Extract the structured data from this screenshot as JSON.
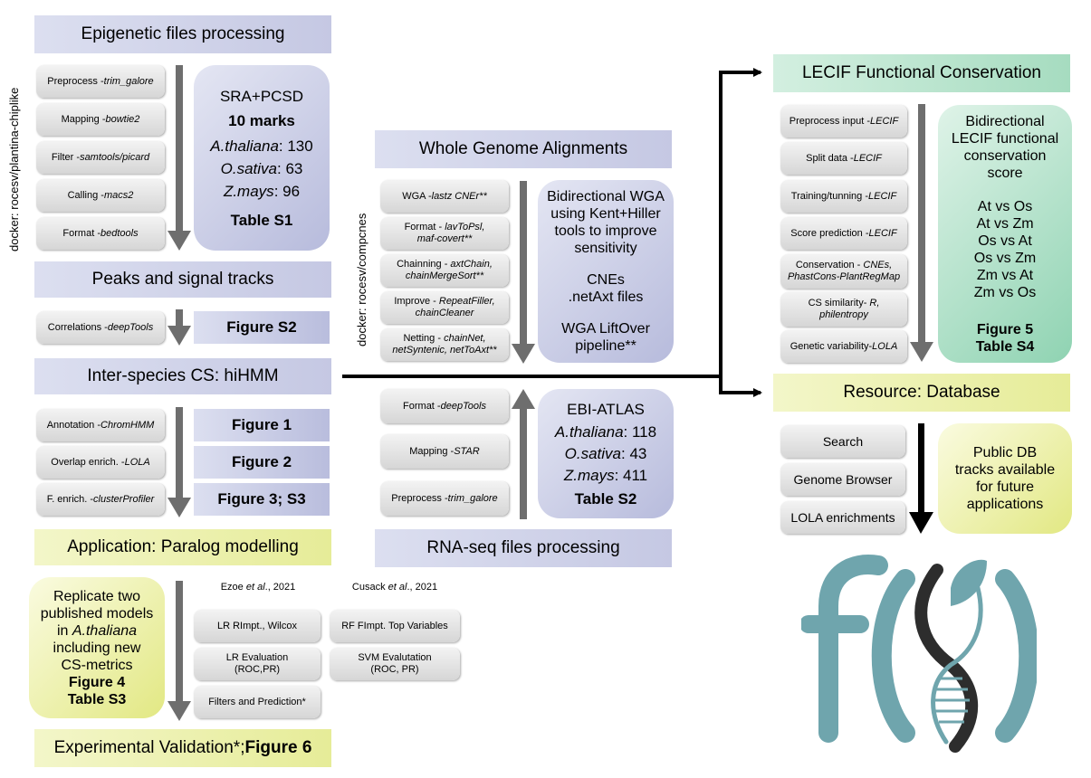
{
  "epigenetic": {
    "header": "Epigenetic files processing",
    "docker": "docker: rocesv/plantina-chiplike",
    "steps": [
      {
        "label": "Preprocess - ",
        "tool": "trim_galore"
      },
      {
        "label": "Mapping - ",
        "tool": "bowtie2"
      },
      {
        "label": "Filter - ",
        "tool": "samtools/picard"
      },
      {
        "label": "Calling - ",
        "tool": "macs2"
      },
      {
        "label": "Format - ",
        "tool": "bedtools"
      }
    ],
    "info": {
      "source": "SRA+PCSD",
      "marks": "10 marks",
      "species": [
        {
          "name": "A.thaliana",
          "count": ": 130"
        },
        {
          "name": "O.sativa",
          "count": ": 63"
        },
        {
          "name": "Z.mays",
          "count": ": 96"
        }
      ],
      "table": "Table S1"
    }
  },
  "peaks": {
    "header": "Peaks and signal tracks",
    "step": {
      "label": "Correlations - ",
      "tool": "deepTools"
    },
    "figure": "Figure S2"
  },
  "interspecies": {
    "header": "Inter-species CS: hiHMM",
    "steps": [
      {
        "label": "Annotation - ",
        "tool": "ChromHMM",
        "figure": "Figure 1"
      },
      {
        "label": "Overlap enrich. - ",
        "tool": "LOLA",
        "figure": "Figure 2"
      },
      {
        "label": "F. enrich. - ",
        "tool": "clusterProfiler",
        "figure": "Figure 3; S3"
      }
    ]
  },
  "paralog": {
    "header": "Application: Paralog modelling",
    "info": {
      "line1": "Replicate two",
      "line2": "published models",
      "line3_prefix": "in ",
      "line3_species": "A.thaliana",
      "line4": "including new",
      "line5": "CS-metrics",
      "figure": "Figure 4",
      "table": "Table S3"
    },
    "ezoe": {
      "author": "Ezoe ",
      "etal": "et al",
      "year": "., 2021"
    },
    "cusack": {
      "author": "Cusack ",
      "etal": "et al",
      "year": "., 2021"
    },
    "ezoe_steps": [
      "LR RImpt., Wilcox",
      "LR Evaluation",
      "(ROC,PR)",
      "Filters and Prediction*"
    ],
    "cusack_steps": [
      "RF FImpt. Top Variables",
      "SVM Evalutation",
      "(ROC, PR)"
    ]
  },
  "validation": {
    "prefix": "Experimental Validation*; ",
    "figure": "Figure 6"
  },
  "wga": {
    "header": "Whole Genome Alignments",
    "docker": "docker: rocesv/compcnes",
    "steps": [
      {
        "label": "WGA - ",
        "tool": "lastz CNEr**",
        "tool2": ""
      },
      {
        "label": "Format - ",
        "tool": "lavToPsl,",
        "tool2": "maf-covert**"
      },
      {
        "label": "Chainning - ",
        "tool": "axtChain,",
        "tool2": "chainMergeSort**"
      },
      {
        "label": "Improve - ",
        "tool": "RepeatFiller,",
        "tool2": "chainCleaner"
      },
      {
        "label": "Netting - ",
        "tool": "chainNet,",
        "tool2": "netSyntenic, netToAxt**"
      }
    ],
    "info": [
      "Bidirectional WGA",
      "using Kent+Hiller",
      "tools to improve",
      "sensitivity",
      "",
      "CNEs",
      ".netAxt files",
      "",
      "WGA LiftOver",
      "pipeline**"
    ]
  },
  "rnaseq": {
    "header": "RNA-seq files processing",
    "steps": [
      {
        "label": "Format - ",
        "tool": "deepTools"
      },
      {
        "label": "Mapping - ",
        "tool": "STAR"
      },
      {
        "label": "Preprocess - ",
        "tool": "trim_galore"
      }
    ],
    "info": {
      "source": "EBI-ATLAS",
      "species": [
        {
          "name": "A.thaliana",
          "count": ": 118"
        },
        {
          "name": "O.sativa",
          "count": ": 43"
        },
        {
          "name": "Z.mays",
          "count": ": 411"
        }
      ],
      "table": "Table S2"
    }
  },
  "lecif": {
    "header": "LECIF Functional Conservation",
    "steps": [
      {
        "label": "Preprocess input - ",
        "tool": "LECIF",
        "tool2": ""
      },
      {
        "label": "Split data - ",
        "tool": "LECIF",
        "tool2": ""
      },
      {
        "label": "Training/tunning - ",
        "tool": "LECIF",
        "tool2": ""
      },
      {
        "label": "Score prediction - ",
        "tool": "LECIF",
        "tool2": ""
      },
      {
        "label": "Conservation - ",
        "tool": "CNEs,",
        "tool2": "PhastCons-PlantRegMap"
      },
      {
        "label": "CS similarity- ",
        "tool": "R,",
        "tool2": "philentropy"
      },
      {
        "label": "Genetic variability- ",
        "tool": "LOLA",
        "tool2": ""
      }
    ],
    "info": [
      "Bidirectional",
      "LECIF functional",
      "conservation",
      "score",
      "",
      "At vs Os",
      "At vs Zm",
      "Os vs At",
      "Os vs Zm",
      "Zm vs At",
      "Zm vs Os"
    ],
    "figure": "Figure 5",
    "table": "Table S4"
  },
  "resource": {
    "header": "Resource: Database",
    "steps": [
      "Search",
      "Genome Browser",
      "LOLA enrichments"
    ],
    "info": [
      "Public DB",
      "tracks available",
      "for future",
      "applications"
    ]
  },
  "colors": {
    "arrow_grey": "#6e6e6e",
    "logo_teal": "#6fa5ad",
    "logo_dark": "#2d2d2d",
    "leaf_teal": "#6fa5ad"
  }
}
